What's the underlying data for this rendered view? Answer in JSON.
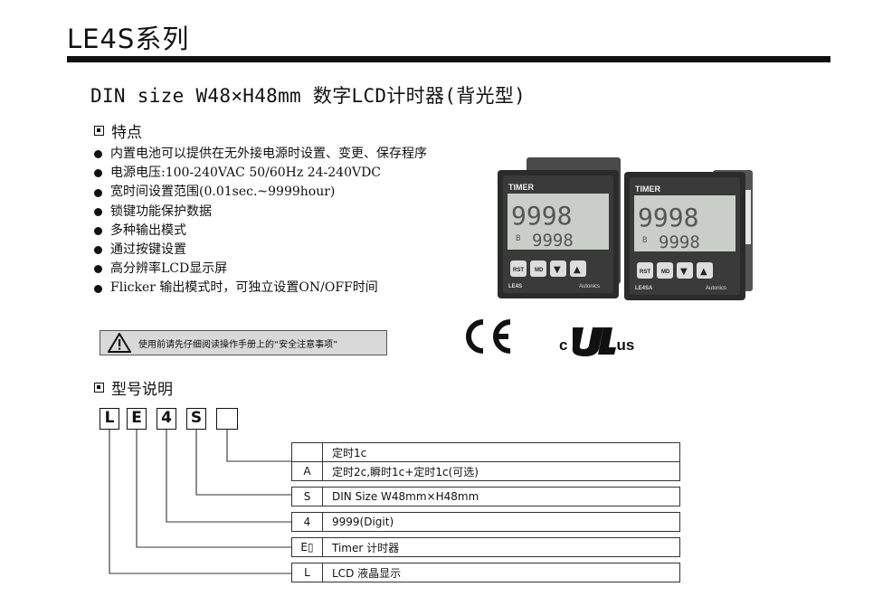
{
  "title": "LE4S系列",
  "subtitle": "DIN size W48×H48mm 数字LCD计时器(背光型)",
  "features_heading": "特点",
  "features": [
    "内置电池可以提供在无外接电源时设置、变更、保存程序",
    "电源电压:100-240VAC 50/60Hz 24-240VDC",
    "宽时间设置范围(0.01sec.~9999hour)",
    "锁键功能保护数据",
    "多种输出模式",
    "通过按键设置",
    "高分辨率LCD显示屏",
    "Flicker 输出模式时，可独立设置ON/OFF时间"
  ],
  "warning_text": "使用前请先仔细阅读操作手册上的“安全注意事项”",
  "certifications": {
    "ce": "CE",
    "ul_c": "c",
    "ul_us": "us"
  },
  "product_images": [
    {
      "panel_label": "TIMER",
      "upper_display": "9998",
      "lower_display": "9998",
      "lower_prefix": "B",
      "buttons": [
        "RST",
        "MD",
        "▼",
        "▲"
      ],
      "model_label": "LE4S",
      "brand": "Autonics"
    },
    {
      "panel_label": "TIMER",
      "upper_display": "9998",
      "lower_display": "9998",
      "lower_prefix": "B",
      "buttons": [
        "RST",
        "MD",
        "▼",
        "▲"
      ],
      "model_label": "LE4SA",
      "brand": "Autonics"
    }
  ],
  "model_heading": "型号说明",
  "model_code": [
    "L",
    "E",
    "4",
    "S",
    ""
  ],
  "code_table": [
    {
      "rows": [
        {
          "key": "",
          "value": "定时1c"
        },
        {
          "key": "A",
          "value": "定时2c,瞬时1c+定时1c(可选)"
        }
      ]
    },
    {
      "rows": [
        {
          "key": "S",
          "value": "DIN Size W48mm×H48mm"
        }
      ]
    },
    {
      "rows": [
        {
          "key": "4",
          "value": "9999(Digit)"
        }
      ]
    },
    {
      "rows": [
        {
          "key": "E▯",
          "value": "Timer 计时器"
        }
      ]
    },
    {
      "rows": [
        {
          "key": "L",
          "value": "LCD 液晶显示"
        }
      ]
    }
  ]
}
